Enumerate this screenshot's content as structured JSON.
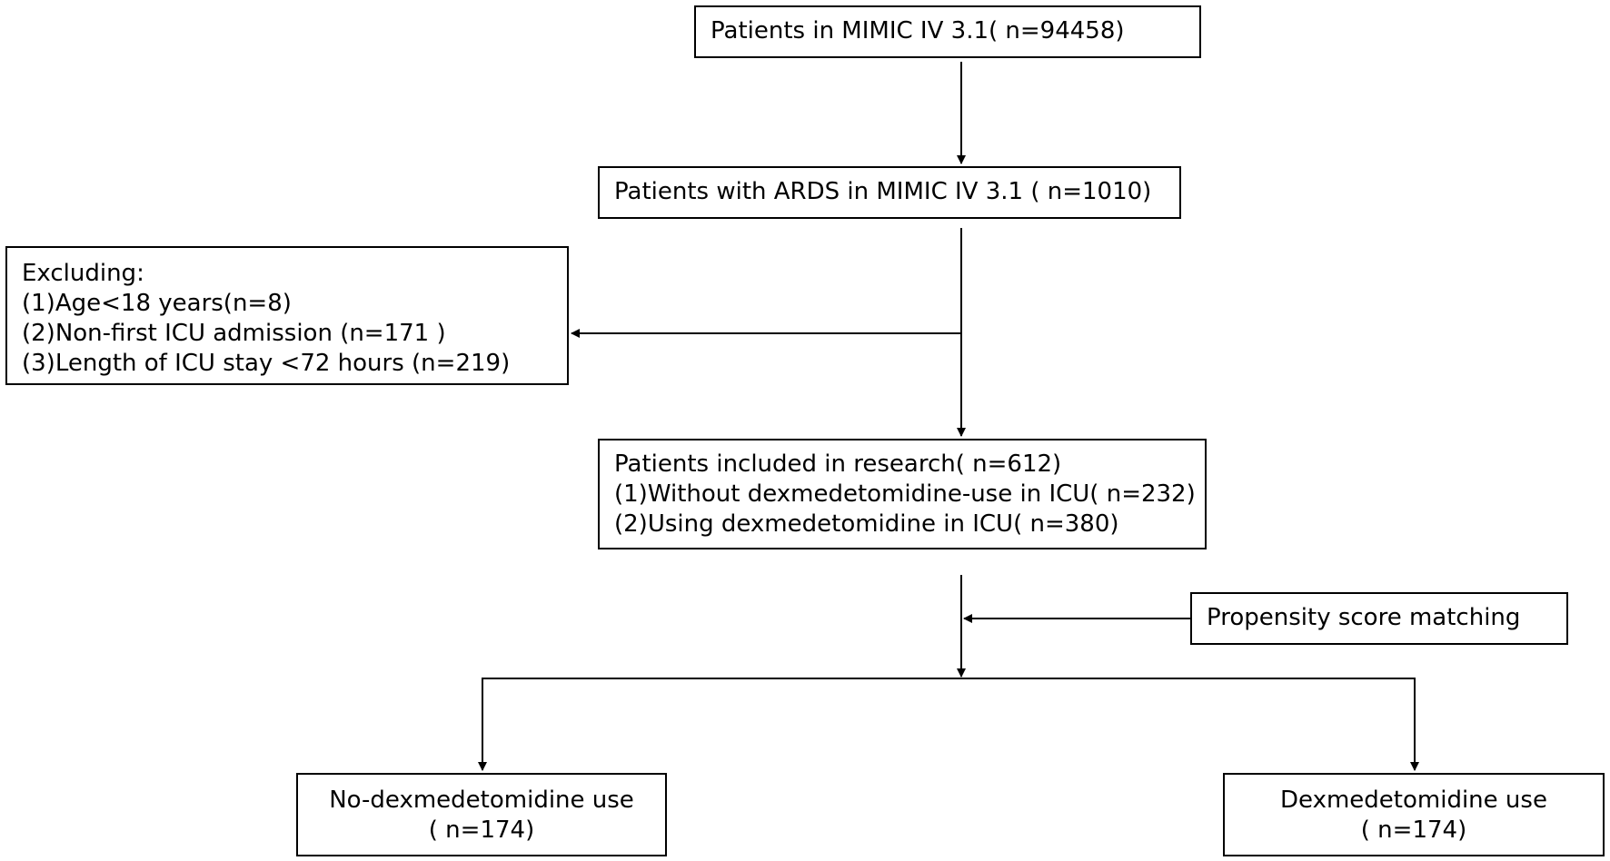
{
  "flowchart": {
    "total": {
      "text": "Patients in MIMIC IV 3.1( n=94458)"
    },
    "ards": {
      "text": "Patients with ARDS in MIMIC IV 3.1  ( n=1010)"
    },
    "exclusion": {
      "heading": "Excluding:",
      "items": [
        "(1)Age<18 years(n=8)",
        "(2)Non-first ICU admission (n=171 )",
        "(3)Length of ICU stay <72 hours (n=219)"
      ]
    },
    "included": {
      "heading": "Patients included in research( n=612)",
      "items": [
        "(1)Without dexmedetomidine-use in ICU( n=232)",
        "(2)Using dexmedetomidine in ICU( n=380)"
      ]
    },
    "matching": {
      "text": "Propensity score matching"
    },
    "no_dex": {
      "label": "No-dexmedetomidine use",
      "count": "( n=174)"
    },
    "dex": {
      "label": "Dexmedetomidine use",
      "count": "( n=174)"
    }
  }
}
